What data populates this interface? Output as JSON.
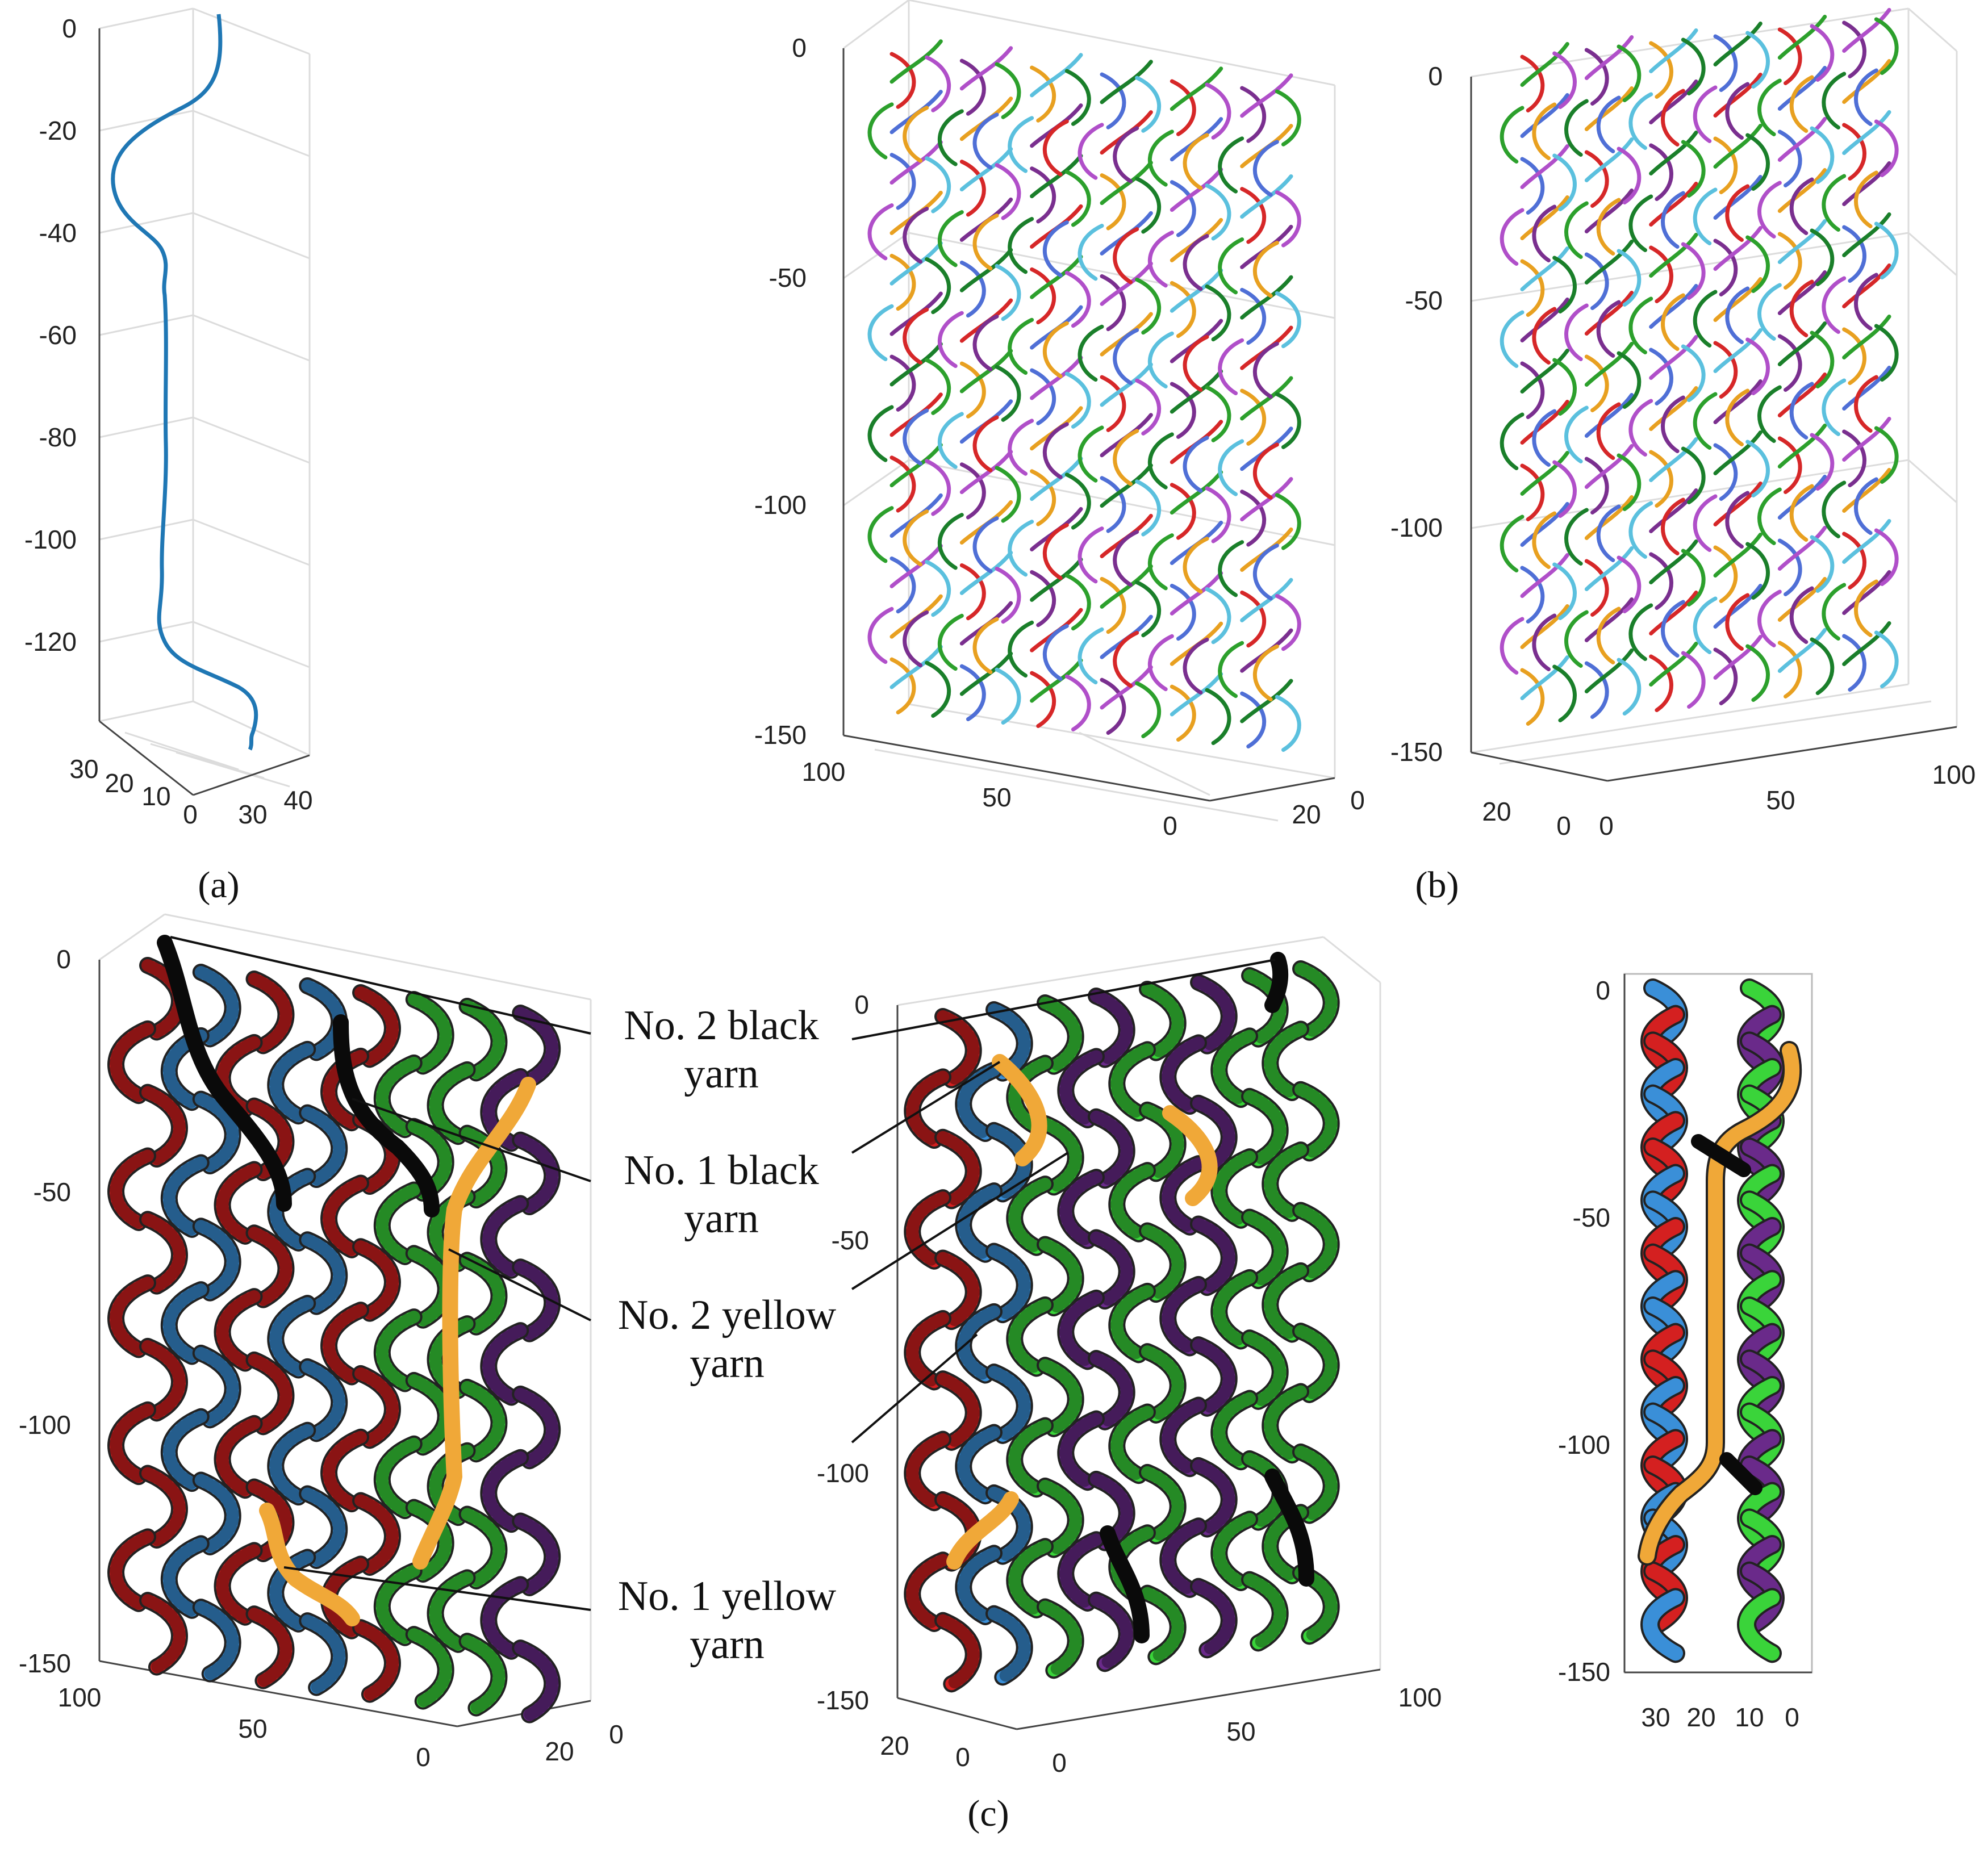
{
  "panels": {
    "a": {
      "label": "(a)",
      "z_ticks": [
        "0",
        "-20",
        "-40",
        "-60",
        "-80",
        "-100",
        "-120"
      ],
      "x_ticks": [
        "30",
        "20",
        "10",
        "0"
      ],
      "y_ticks": [
        "30",
        "40"
      ],
      "curve_color": "#1f77b4"
    },
    "b": {
      "label": "(b)",
      "left": {
        "z_ticks": [
          "0",
          "-50",
          "-100",
          "-150"
        ],
        "x_ticks": [
          "100",
          "50",
          "0"
        ],
        "y_ticks": [
          "20",
          "0"
        ]
      },
      "right": {
        "z_ticks": [
          "0",
          "-50",
          "-100",
          "-150"
        ],
        "y_ticks": [
          "20",
          "0"
        ],
        "x_ticks": [
          "0",
          "50",
          "100"
        ]
      },
      "yarn_colors": [
        "#d62728",
        "#2ca02c",
        "#4f6fd6",
        "#b04fc9",
        "#e8a020",
        "#5bc0de",
        "#7a2f8f",
        "#1a7f2a"
      ]
    },
    "c": {
      "label": "(c)",
      "left": {
        "z_ticks": [
          "0",
          "-50",
          "-100",
          "-150"
        ],
        "x_ticks": [
          "100",
          "50",
          "0"
        ],
        "y_ticks": [
          "20",
          "0"
        ]
      },
      "middle": {
        "z_ticks": [
          "0",
          "-50",
          "-100",
          "-150"
        ],
        "y_ticks": [
          "20",
          "0"
        ],
        "x_ticks": [
          "0",
          "50",
          "100"
        ]
      },
      "right": {
        "z_ticks": [
          "0",
          "-50",
          "-100",
          "-150"
        ],
        "x_ticks": [
          "30",
          "20",
          "10",
          "0"
        ]
      },
      "callouts": [
        {
          "line1": "No. 2 black",
          "line2": "yarn"
        },
        {
          "line1": "No. 1 black",
          "line2": "yarn"
        },
        {
          "line1": "No. 2 yellow",
          "line2": "yarn"
        },
        {
          "line1": "No. 1 yellow",
          "line2": "yarn"
        }
      ],
      "yarn_colors": {
        "red": "#d42020",
        "blue": "#3a8fd8",
        "green": "#3ad43a",
        "purple": "#6a2a8a",
        "yellow": "#f0a838",
        "black": "#0a0a0a"
      }
    }
  }
}
